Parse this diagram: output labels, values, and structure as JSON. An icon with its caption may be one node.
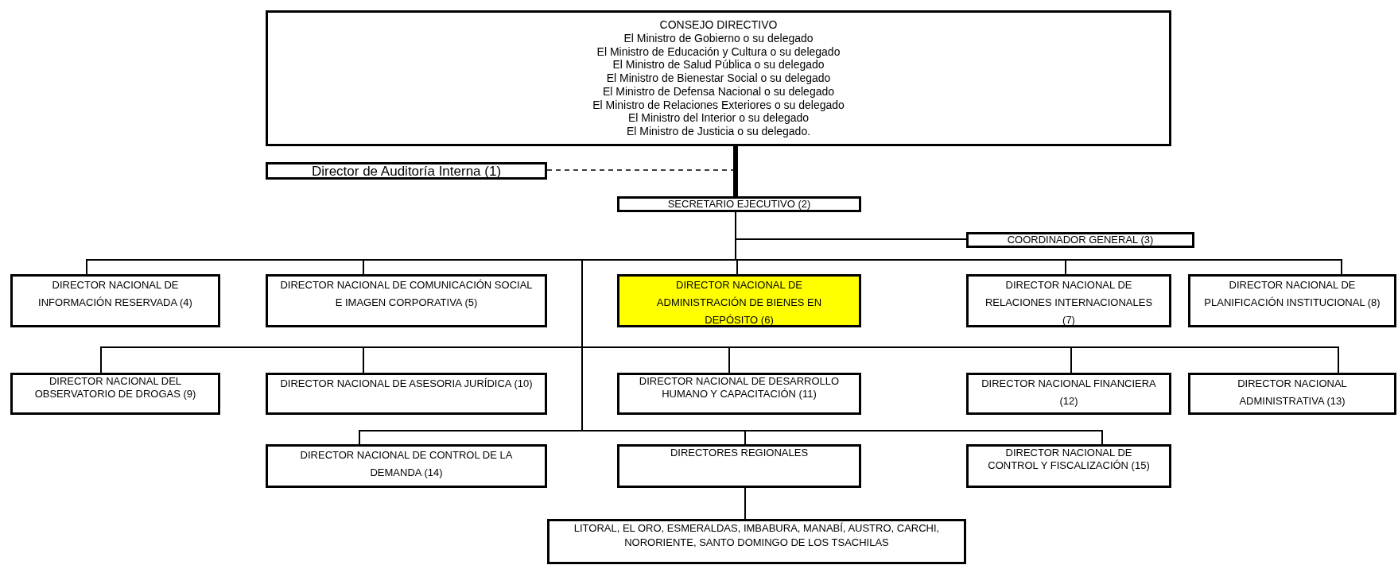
{
  "diagram": {
    "nodes": [
      {
        "text": [
          "CONSEJO DIRECTIVO",
          "El Ministro de Gobierno o su delegado",
          "El Ministro de Educación y Cultura o su delegado",
          "El Ministro de Salud Pública o su delegado",
          "El Ministro de Bienestar Social o su delegado",
          "El Ministro de Defensa Nacional o su delegado",
          "El Ministro de Relaciones Exteriores o su delegado",
          "El Ministro del Interior o su delegado",
          "El Ministro de Justicia o su delegado."
        ]
      },
      {
        "text": [
          "Director de Auditoría Interna (1)"
        ]
      },
      {
        "text": [
          "SECRETARIO EJECUTIVO (2)"
        ]
      },
      {
        "text": [
          "COORDINADOR GENERAL (3)"
        ]
      },
      {
        "text": [
          "DIRECTOR NACIONAL DE INFORMACIÓN RESERVADA (4)"
        ]
      },
      {
        "text": [
          "DIRECTOR NACIONAL DE COMUNICACIÓN SOCIAL E IMAGEN CORPORATIVA (5)"
        ]
      },
      {
        "text": [
          "DIRECTOR NACIONAL DE ADMINISTRACIÓN DE BIENES EN DEPÓSITO (6)"
        ]
      },
      {
        "text": [
          "DIRECTOR NACIONAL DE RELACIONES INTERNACIONALES (7)"
        ]
      },
      {
        "text": [
          "DIRECTOR NACIONAL DE PLANIFICACIÓN INSTITUCIONAL (8)"
        ]
      },
      {
        "text": [
          "DIRECTOR NACIONAL DEL OBSERVATORIO DE DROGAS (9)"
        ]
      },
      {
        "text": [
          "DIRECTOR NACIONAL DE ASESORIA JURÍDICA (10)"
        ]
      },
      {
        "text": [
          "DIRECTOR NACIONAL DE DESARROLLO HUMANO Y CAPACITACIÓN (11)"
        ]
      },
      {
        "text": [
          "DIRECTOR NACIONAL FINANCIERA (12)"
        ]
      },
      {
        "text": [
          "DIRECTOR NACIONAL ADMINISTRATIVA (13)"
        ]
      },
      {
        "text": [
          "DIRECTOR NACIONAL DE CONTROL DE LA DEMANDA (14)"
        ]
      },
      {
        "text": [
          "DIRECTORES REGIONALES"
        ]
      },
      {
        "text": [
          "DIRECTOR NACIONAL DE CONTROL Y FISCALIZACIÓN (15)"
        ]
      },
      {
        "text": [
          "LITORAL, EL ORO, ESMERALDAS, IMBABURA, MANABÍ, AUSTRO, CARCHI, NORORIENTE, SANTO DOMINGO DE LOS TSACHILAS"
        ]
      }
    ],
    "edges": [
      {
        "from": 0,
        "to": 2,
        "arrow": "none",
        "style": "thick"
      },
      {
        "from": 1,
        "to": 0,
        "arrow": "none",
        "style": "dashed"
      },
      {
        "from": 2,
        "to": 3,
        "arrow": "none"
      },
      {
        "from": 2,
        "to": 4,
        "arrow": "none"
      },
      {
        "from": 2,
        "to": 5,
        "arrow": "none"
      },
      {
        "from": 2,
        "to": 6,
        "arrow": "none"
      },
      {
        "from": 2,
        "to": 7,
        "arrow": "none"
      },
      {
        "from": 2,
        "to": 8,
        "arrow": "none"
      },
      {
        "from": 2,
        "to": 9,
        "arrow": "none"
      },
      {
        "from": 2,
        "to": 10,
        "arrow": "none"
      },
      {
        "from": 2,
        "to": 11,
        "arrow": "none"
      },
      {
        "from": 2,
        "to": 12,
        "arrow": "none"
      },
      {
        "from": 2,
        "to": 13,
        "arrow": "none"
      },
      {
        "from": 2,
        "to": 14,
        "arrow": "none"
      },
      {
        "from": 2,
        "to": 15,
        "arrow": "none"
      },
      {
        "from": 2,
        "to": 16,
        "arrow": "none"
      },
      {
        "from": 15,
        "to": 17,
        "arrow": "none"
      }
    ]
  }
}
